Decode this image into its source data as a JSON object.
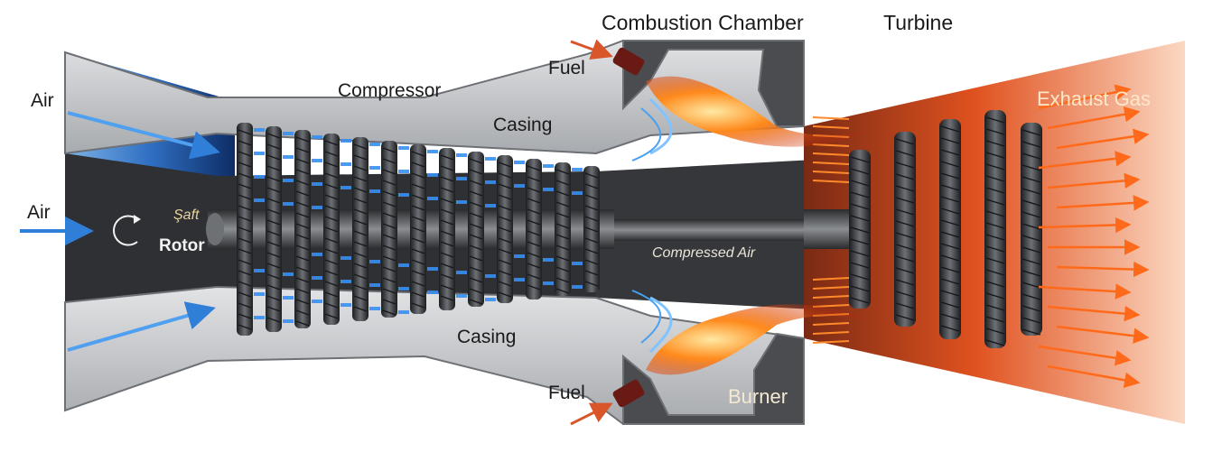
{
  "labels": {
    "air_top": "Air",
    "air_left": "Air",
    "saft": "Şaft",
    "rotor": "Rotor",
    "compressor": "Compressor",
    "casing_top": "Casing",
    "casing_bottom": "Casing",
    "combustion_chamber": "Combustion Chamber",
    "turbine": "Turbine",
    "fuel_top": "Fuel",
    "fuel_bottom": "Fuel",
    "compressed_air": "Compressed Air",
    "exhaust_gas": "Exhaust Gas",
    "burner": "Burner"
  },
  "colors": {
    "air_blue": "#2f7fd9",
    "metal_dark": "#2e3033",
    "metal_mid": "#55585c",
    "casing_light": "#c9cbce",
    "flame_orange": "#ff6a1a",
    "exhaust_red": "#d94a24"
  }
}
